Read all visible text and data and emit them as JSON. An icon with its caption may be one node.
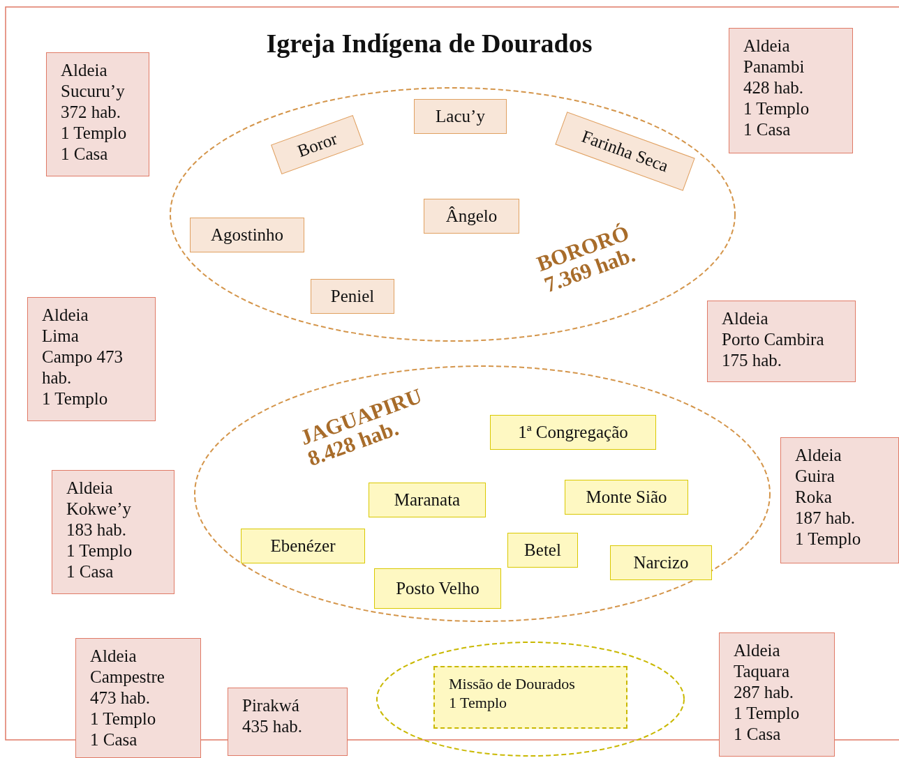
{
  "diagram": {
    "title": "Igreja Indígena de Dourados",
    "nodes": [
      {
        "text": [
          "Aldeia",
          "Sucuru’y",
          "372 hab.",
          "1 Templo",
          "1 Casa"
        ]
      },
      {
        "text": [
          "Aldeia",
          "Panambi",
          "428 hab.",
          "1 Templo",
          "1 Casa"
        ]
      },
      {
        "text": [
          "BORORÓ",
          "7.369 hab."
        ]
      },
      {
        "text": [
          "Boror"
        ],
        "in": 2
      },
      {
        "text": [
          "Lacu’y"
        ],
        "in": 2
      },
      {
        "text": [
          "Farinha Seca"
        ],
        "in": 2
      },
      {
        "text": [
          "Agostinho"
        ],
        "in": 2
      },
      {
        "text": [
          "Ângelo"
        ],
        "in": 2
      },
      {
        "text": [
          "Peniel"
        ],
        "in": 2
      },
      {
        "text": [
          "Aldeia",
          "Lima Campo 473 hab.",
          "1 Templo"
        ]
      },
      {
        "text": [
          "Aldeia",
          "Porto Cambira",
          "175 hab."
        ]
      },
      {
        "text": [
          "JAGUAPIRU",
          "8.428 hab."
        ]
      },
      {
        "text": [
          "1ª Congregação"
        ],
        "in": 11
      },
      {
        "text": [
          "Maranata"
        ],
        "in": 11
      },
      {
        "text": [
          "Monte Sião"
        ],
        "in": 11
      },
      {
        "text": [
          "Ebenézer"
        ],
        "in": 11
      },
      {
        "text": [
          "Betel"
        ],
        "in": 11
      },
      {
        "text": [
          "Narcizo"
        ],
        "in": 11
      },
      {
        "text": [
          "Posto Velho"
        ],
        "in": 11
      },
      {
        "text": [
          "Aldeia",
          "Kokwe’y",
          "183 hab.",
          "1 Templo",
          "1 Casa"
        ]
      },
      {
        "text": [
          "Aldeia",
          "Guira Roka",
          "187 hab.",
          "1 Templo"
        ]
      },
      {
        "text": [
          "Aldeia",
          "Campestre",
          "473 hab.",
          "1 Templo",
          "1 Casa"
        ]
      },
      {
        "text": [
          "Pirakwá",
          "435 hab."
        ]
      },
      {
        "text": [],
        "shape": "ellipse"
      },
      {
        "text": [
          "Missão de Dourados",
          "1 Templo"
        ],
        "in": 23
      },
      {
        "text": [
          "Aldeia",
          "Taquara",
          "287 hab.",
          "1 Templo",
          "1 Casa"
        ]
      }
    ]
  }
}
